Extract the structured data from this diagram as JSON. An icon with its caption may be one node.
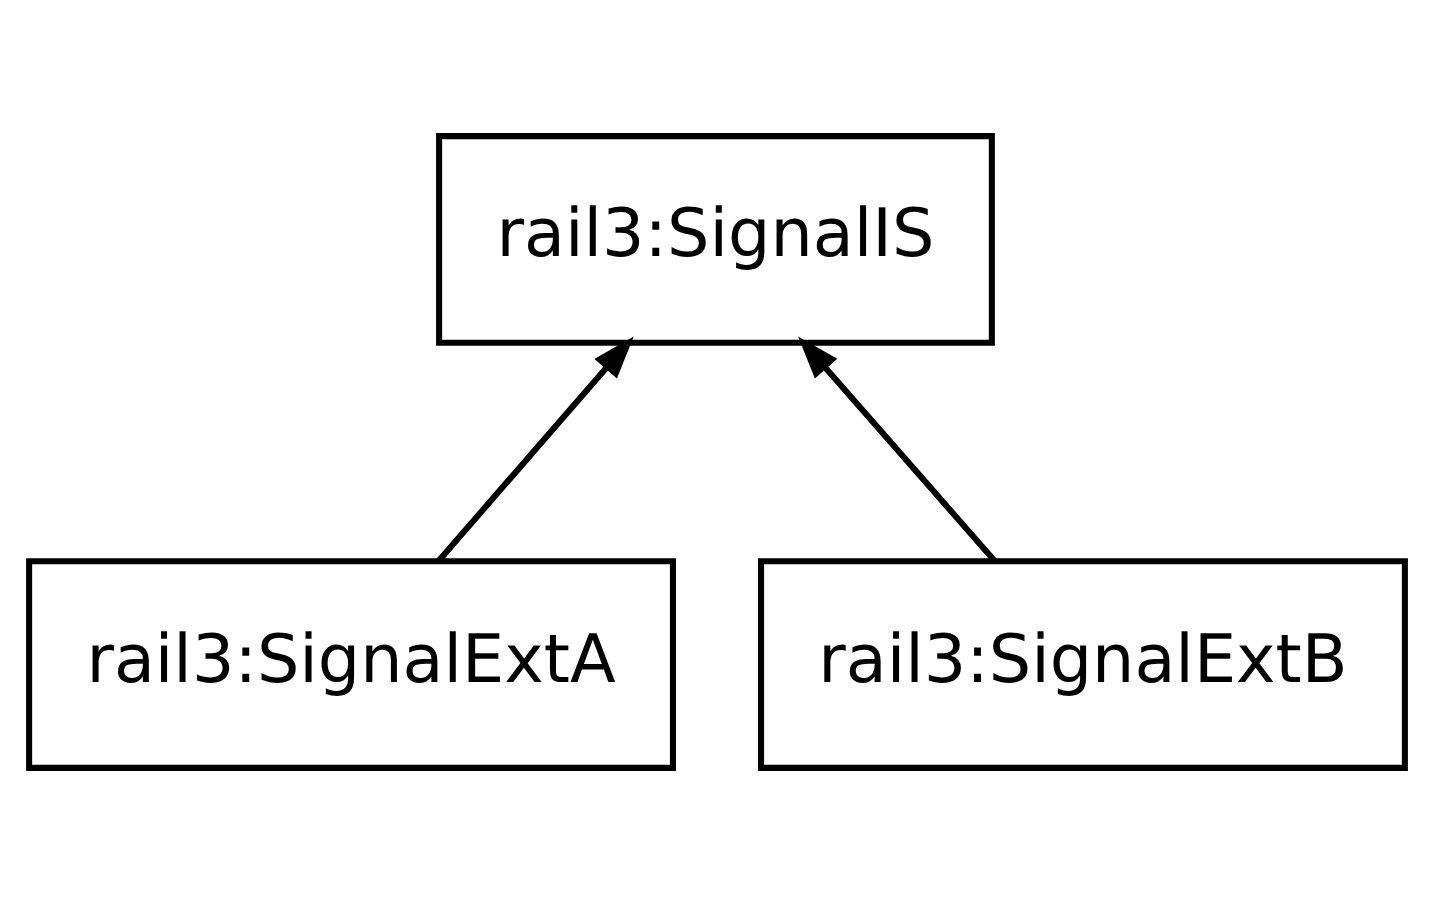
{
  "diagram": {
    "nodes": [
      {
        "text": [
          "rail3:SignalIS"
        ]
      },
      {
        "text": [
          "rail3:SignalExtA"
        ]
      },
      {
        "text": [
          "rail3:SignalExtB"
        ]
      }
    ],
    "edges": [
      {
        "from": 1,
        "to": 0,
        "arrow": "to"
      },
      {
        "from": 2,
        "to": 0,
        "arrow": "to"
      }
    ]
  }
}
